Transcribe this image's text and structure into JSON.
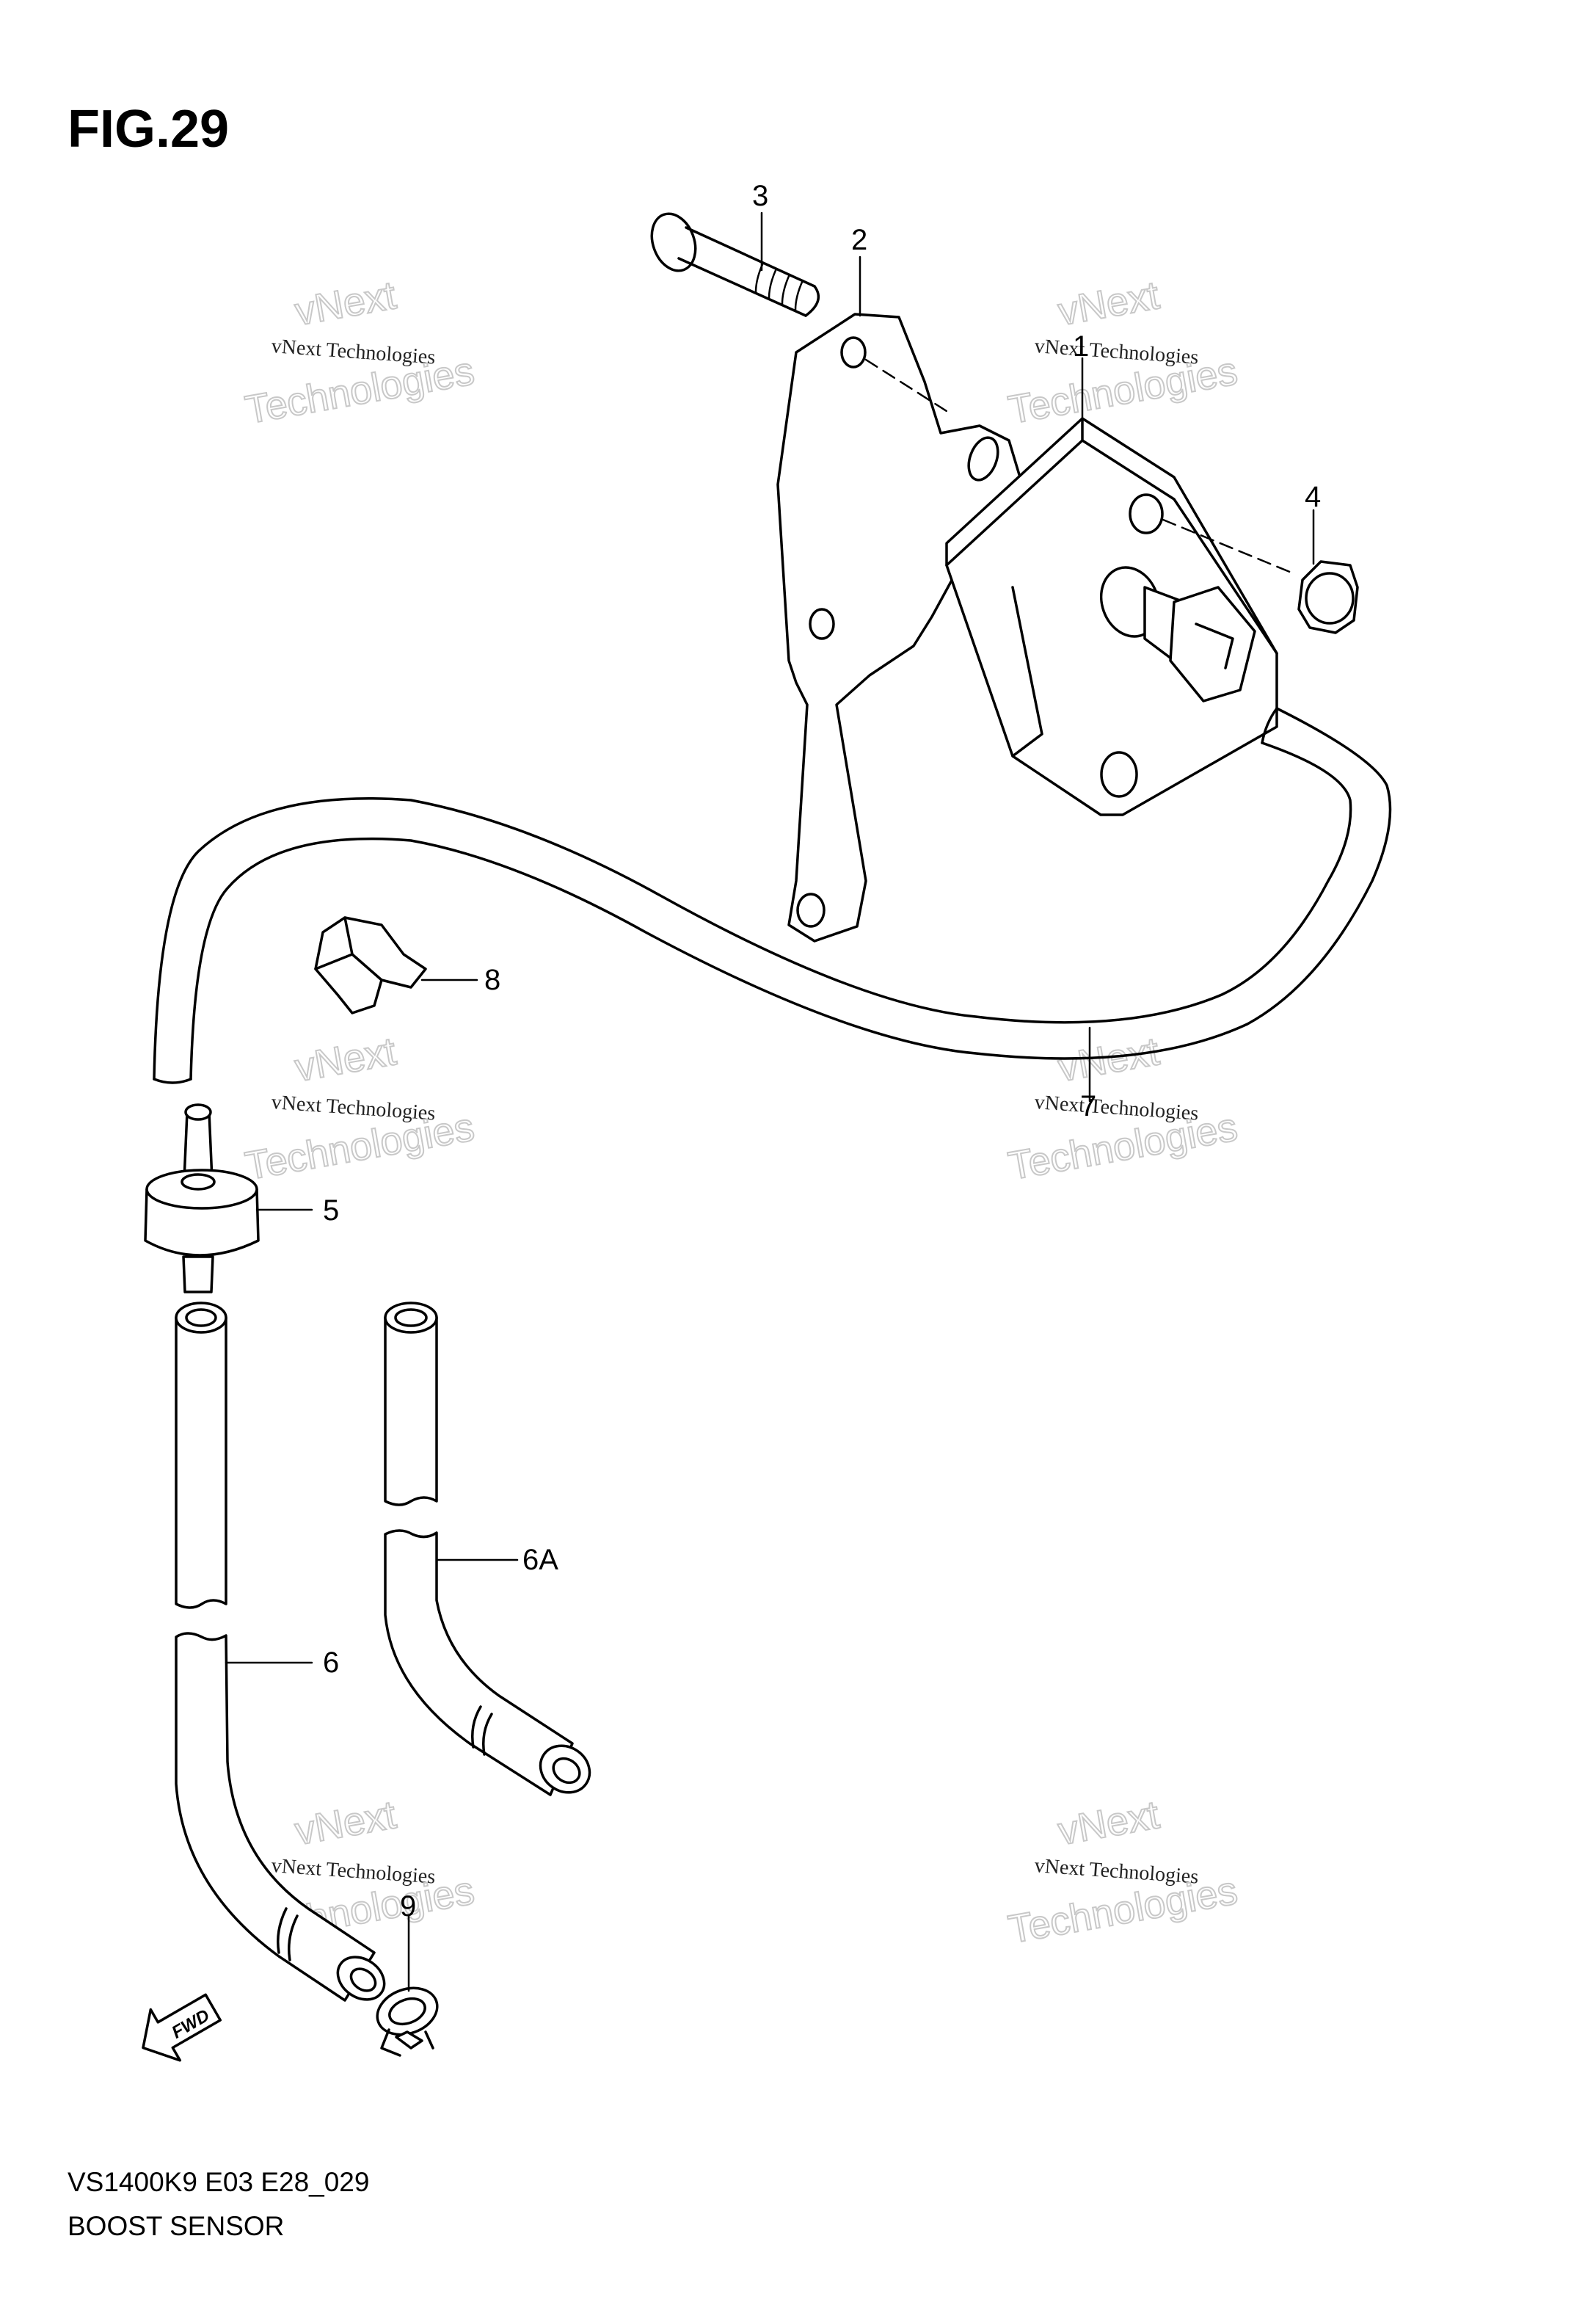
{
  "figure": {
    "title": "FIG.29",
    "model_code": "VS1400K9 E03 E28_029",
    "caption": "BOOST SENSOR"
  },
  "callouts": [
    {
      "id": "1",
      "label": "1"
    },
    {
      "id": "2",
      "label": "2"
    },
    {
      "id": "3",
      "label": "3"
    },
    {
      "id": "4",
      "label": "4"
    },
    {
      "id": "5",
      "label": "5"
    },
    {
      "id": "6",
      "label": "6"
    },
    {
      "id": "6A",
      "label": "6A"
    },
    {
      "id": "7",
      "label": "7"
    },
    {
      "id": "8",
      "label": "8"
    },
    {
      "id": "9",
      "label": "9"
    }
  ],
  "direction_marker": {
    "label": "FWD",
    "icon": "fwd-arrow-icon"
  },
  "watermark": {
    "line1": "vNext Technologies",
    "line2": "vNext",
    "line3": "Technologies"
  },
  "colors": {
    "ink": "#000000",
    "background": "#ffffff",
    "watermark": "#c8c8c8"
  }
}
